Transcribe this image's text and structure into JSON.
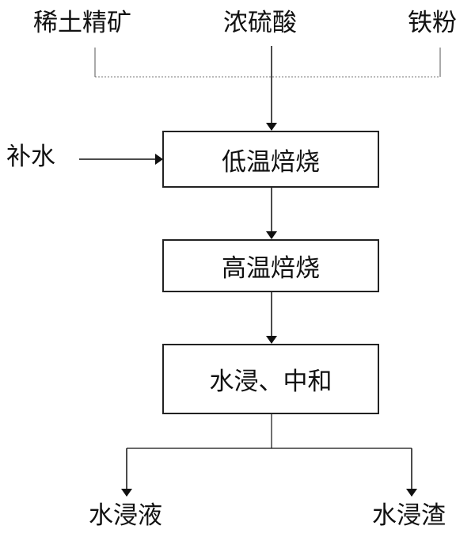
{
  "inputs": {
    "rare_earth_concentrate": "稀土精矿",
    "conc_sulfuric_acid": "浓硫酸",
    "iron_powder": "铁粉",
    "make_up_water": "补水"
  },
  "steps": {
    "low_temp_roasting": "低温焙烧",
    "high_temp_roasting": "高温焙烧",
    "water_leach_neutralize": "水浸、中和"
  },
  "outputs": {
    "leach_liquor": "水浸液",
    "leach_residue": "水浸渣"
  }
}
